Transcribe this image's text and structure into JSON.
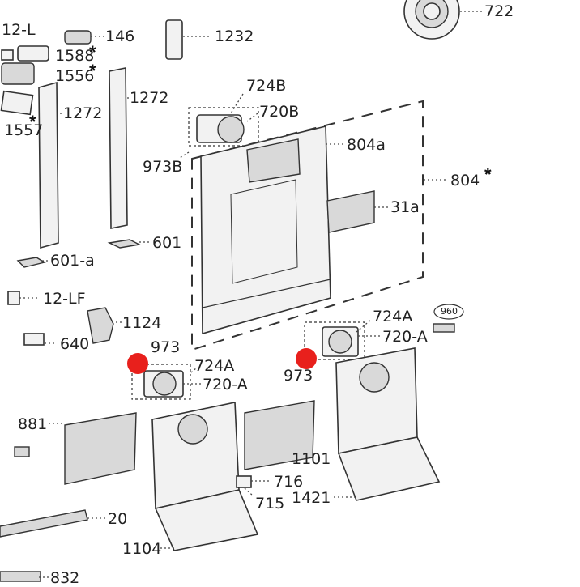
{
  "diagram": {
    "accent_color": "#e8201c",
    "labels": [
      {
        "id": "l722",
        "text": "722"
      },
      {
        "id": "l12l",
        "text": "12-L"
      },
      {
        "id": "l146",
        "text": "146"
      },
      {
        "id": "l1232",
        "text": "1232"
      },
      {
        "id": "l1588",
        "text": "1588"
      },
      {
        "id": "l1556",
        "text": "1556"
      },
      {
        "id": "l1272a",
        "text": "1272"
      },
      {
        "id": "l1272b",
        "text": "1272"
      },
      {
        "id": "l1557",
        "text": "1557"
      },
      {
        "id": "l724b",
        "text": "724B"
      },
      {
        "id": "l720b",
        "text": "720B"
      },
      {
        "id": "l973b",
        "text": "973B"
      },
      {
        "id": "l804a",
        "text": "804a"
      },
      {
        "id": "l804",
        "text": "804"
      },
      {
        "id": "l31a",
        "text": "31a"
      },
      {
        "id": "l601",
        "text": "601"
      },
      {
        "id": "l601a",
        "text": "601-a"
      },
      {
        "id": "l12lf",
        "text": "12-LF"
      },
      {
        "id": "l1124",
        "text": "1124"
      },
      {
        "id": "l640",
        "text": "640"
      },
      {
        "id": "l973a",
        "text": "973"
      },
      {
        "id": "l724a1",
        "text": "724A"
      },
      {
        "id": "l720a1",
        "text": "720-A"
      },
      {
        "id": "l724a2",
        "text": "724A"
      },
      {
        "id": "l720a2",
        "text": "720-A"
      },
      {
        "id": "l973c",
        "text": "973"
      },
      {
        "id": "l960",
        "text": "960"
      },
      {
        "id": "l881",
        "text": "881"
      },
      {
        "id": "l1101",
        "text": "1101"
      },
      {
        "id": "l716",
        "text": "716"
      },
      {
        "id": "l715",
        "text": "715"
      },
      {
        "id": "l1421",
        "text": "1421"
      },
      {
        "id": "l20",
        "text": "20"
      },
      {
        "id": "l1104",
        "text": "1104"
      },
      {
        "id": "l832",
        "text": "832"
      }
    ],
    "asterisk": "*"
  }
}
